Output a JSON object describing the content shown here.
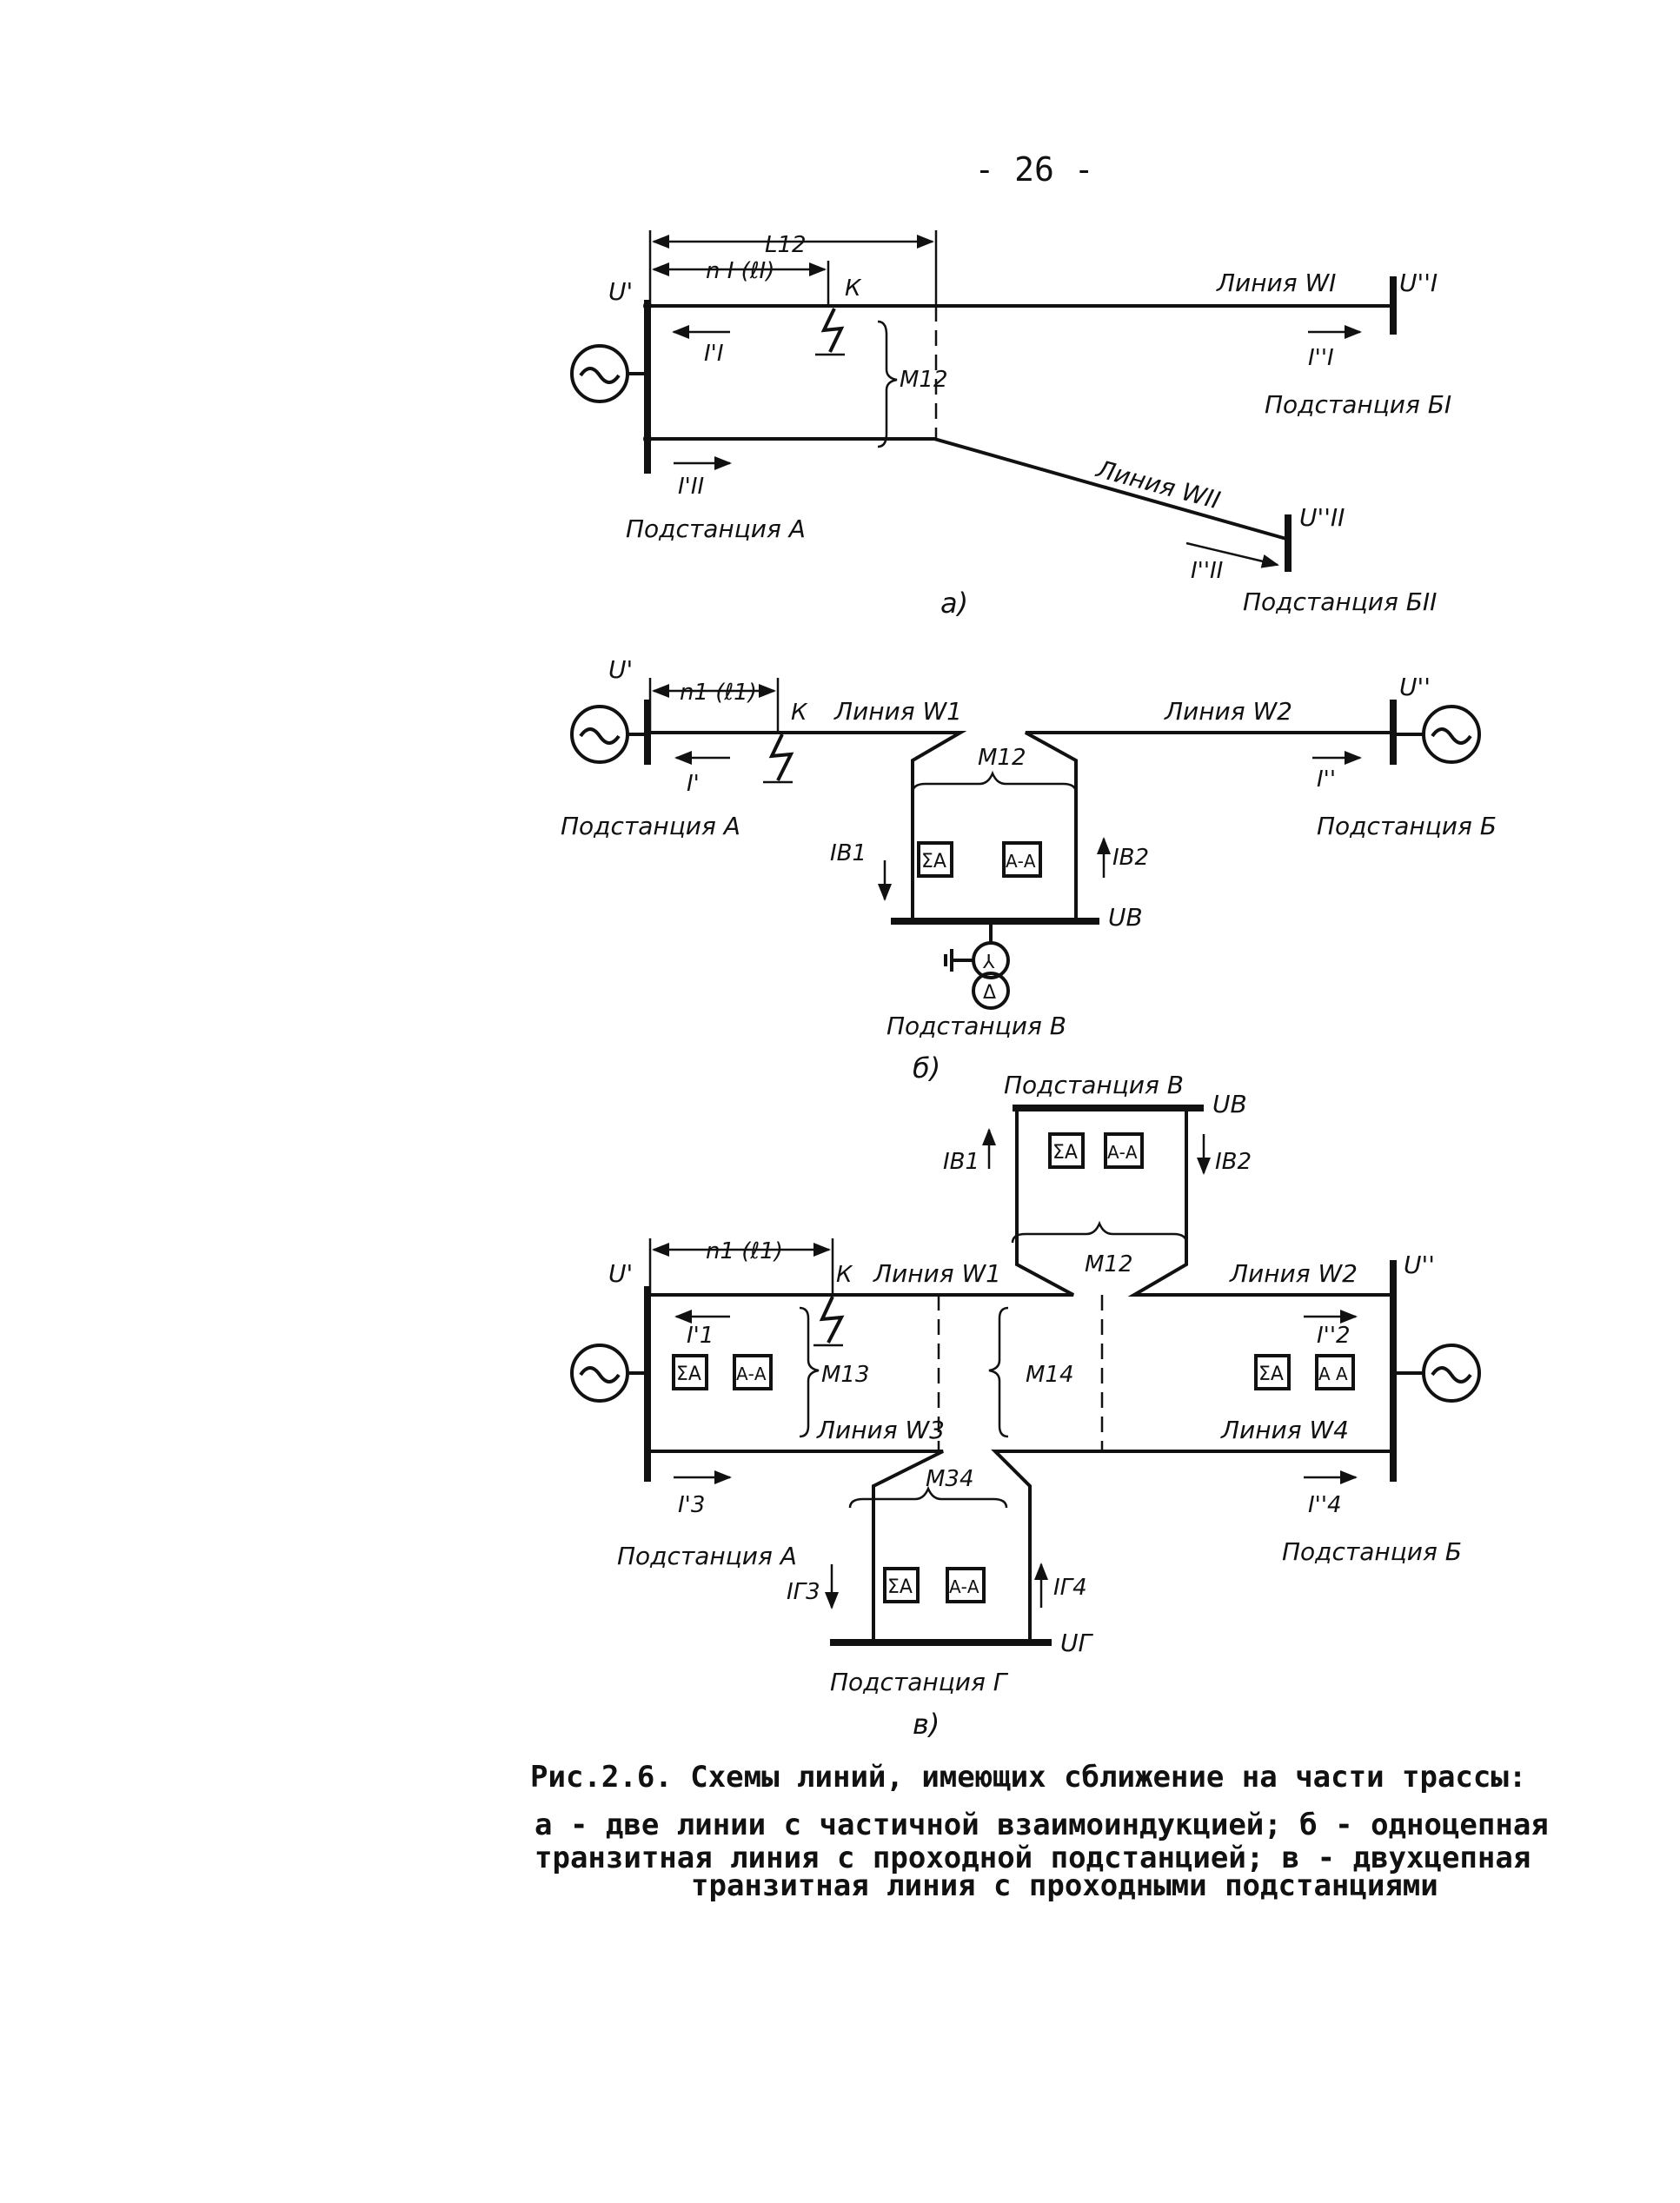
{
  "page_number": "- 26 -",
  "diagram_a": {
    "length_label": "L12",
    "distance_label": "n I (ℓI)",
    "fault_label": "К",
    "mutual_label": "M12",
    "voltage_sending": "U'",
    "voltage_recv_1": "U''I",
    "voltage_recv_2": "U''II",
    "current_1_send": "I'I",
    "current_1_recv": "I''I",
    "current_2_send": "I'II",
    "current_2_recv": "I''II",
    "line_1": "Линия WI",
    "line_2": "Линия WII",
    "substation_a": "Подстанция А",
    "substation_b1": "Подстанция БI",
    "substation_b2": "Подстанция БII",
    "caption": "а)"
  },
  "diagram_b": {
    "voltage_sending": "U'",
    "voltage_recv": "U''",
    "voltage_v": "UВ",
    "distance_label": "n1 (ℓ1)",
    "fault_label": "К",
    "line_1": "Линия W1",
    "line_2": "Линия W2",
    "mutual_label": "M12",
    "current_send": "I'",
    "current_recv": "I''",
    "current_1v": "IВ1",
    "current_2v": "IВ2",
    "relay_sum": "ΣА",
    "relay_aa": "А-А",
    "transformer_star": "⅄",
    "transformer_delta": "Δ",
    "substation_a": "Подстанция А",
    "substation_b": "Подстанция Б",
    "substation_v": "Подстанция В",
    "caption": "б)"
  },
  "diagram_v": {
    "substation_v": "Подстанция В",
    "voltage_v": "UВ",
    "current_1v": "IВ1",
    "current_2v": "IВ2",
    "relay_sum": "ΣА",
    "relay_aa": "А-А",
    "relay_aa_right": "А А",
    "relay_aa_left": "А-А",
    "mutual_12": "M12",
    "mutual_13": "M13",
    "mutual_14": "M14",
    "mutual_34": "M34",
    "voltage_sending": "U'",
    "voltage_recv": "U''",
    "voltage_g": "UГ",
    "distance_label": "n1 (ℓ1)",
    "fault_label": "К",
    "line_1": "Линия W1",
    "line_2": "Линия W2",
    "line_3": "Линия W3",
    "line_4": "Линия W4",
    "current_1_send": "I'1",
    "current_2_recv": "I''2",
    "current_3_send": "I'3",
    "current_4_recv": "I''4",
    "current_3g": "IГ3",
    "current_4g": "IГ4",
    "substation_a": "Подстанция А",
    "substation_b": "Подстанция Б",
    "substation_g": "Подстанция Г",
    "caption": "в)"
  },
  "figure_caption": {
    "line1": "Рис.2.6. Схемы линий, имеющих сближение на части трассы:",
    "line2": "а - две линии с частичной взаимоиндукцией; б - одноцепная",
    "line3": "транзитная линия с проходной подстанцией; в - двухцепная",
    "line4": "транзитная линия с проходными подстанциями"
  }
}
